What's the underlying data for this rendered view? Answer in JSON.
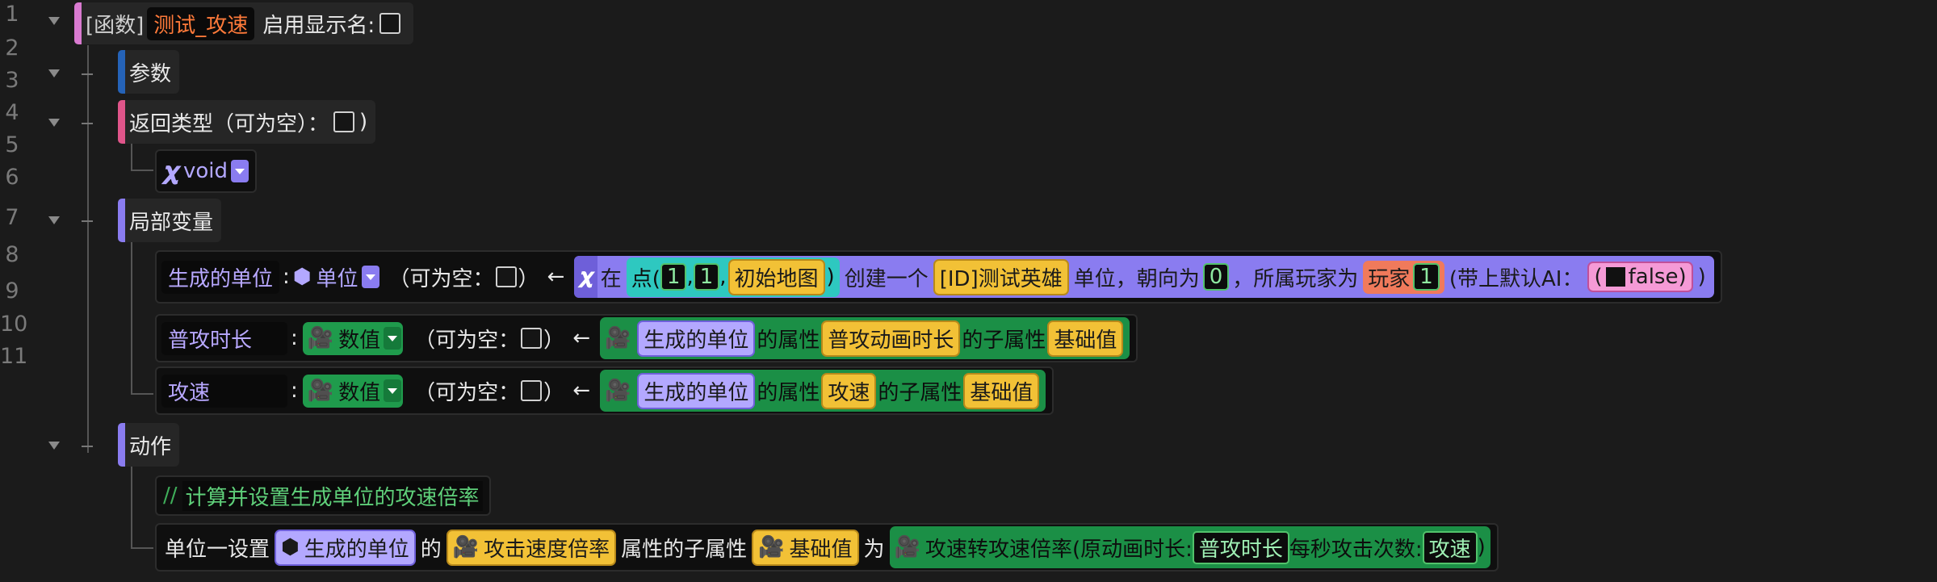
{
  "line_numbers": [
    "1",
    "2",
    "3",
    "4",
    "5",
    "6",
    "7",
    "8",
    "9",
    "10",
    "11"
  ],
  "func": {
    "tag": "[函数]",
    "name": "测试_攻速",
    "display_label": "启用显示名:"
  },
  "params": {
    "label": "参数"
  },
  "return_type": {
    "label": "返回类型（可为空）：",
    "close": ")",
    "type_icon": "𝝌",
    "type_name": "void"
  },
  "locals": {
    "label": "局部变量",
    "items": [
      {
        "var": "生成的单位",
        "colon": ":",
        "type_icon": "cube-icon",
        "type": "单位",
        "nullable": "（可为空：",
        "nullable_close": "）",
        "arrow": "←",
        "expr": {
          "icon": "𝝌",
          "in": "在",
          "point": "点(",
          "one": "1",
          "comma": ",",
          "one2": "1",
          "comma2": ",",
          "map": "初始地图",
          "close_paren": ")",
          "create": "创建一个",
          "hero": "[ID]测试英雄",
          "unit_facing": "单位，朝向为",
          "zero": "0",
          "owner": "，所属玩家为",
          "player": "玩家",
          "player_num": "1",
          "ai": "(带上默认AI：",
          "false_open": "(",
          "false": "false)",
          "close": ")"
        }
      },
      {
        "var": "普攻时长",
        "colon": ":",
        "type_icon": "camera-icon",
        "type": "数值",
        "nullable": "（可为空：",
        "nullable_close": "）",
        "arrow": "←",
        "expr": {
          "src": "生成的单位",
          "attr_of": "的属性",
          "attr": "普攻动画时长",
          "sub": "的子属性",
          "base": "基础值"
        }
      },
      {
        "var": "攻速",
        "colon": ":",
        "type_icon": "camera-icon",
        "type": "数值",
        "nullable": "（可为空：",
        "nullable_close": "）",
        "arrow": "←",
        "expr": {
          "src": "生成的单位",
          "attr_of": "的属性",
          "attr": "攻速",
          "sub": "的子属性",
          "base": "基础值"
        }
      }
    ]
  },
  "actions": {
    "label": "动作",
    "comment_slashes": "//",
    "comment": "计算并设置生成单位的攻速倍率",
    "set": {
      "prefix": "单位一设置",
      "unit": "生成的单位",
      "of": "的",
      "attr": "攻击速度倍率",
      "attr_sub": "属性的子属性",
      "base": "基础值",
      "to": "为",
      "func": "攻速转攻速倍率(原动画时长:",
      "arg1": "普攻时长",
      "per_sec": "每秒攻击次数:",
      "arg2": "攻速",
      "close": ")"
    }
  },
  "colors": {
    "accent_purple": "#8a7cf0",
    "accent_green": "#1b8f46",
    "accent_yellow": "#f2c136",
    "func_bar": "#d97ad0",
    "param_bar": "#2563b8",
    "return_bar": "#e0558a"
  }
}
